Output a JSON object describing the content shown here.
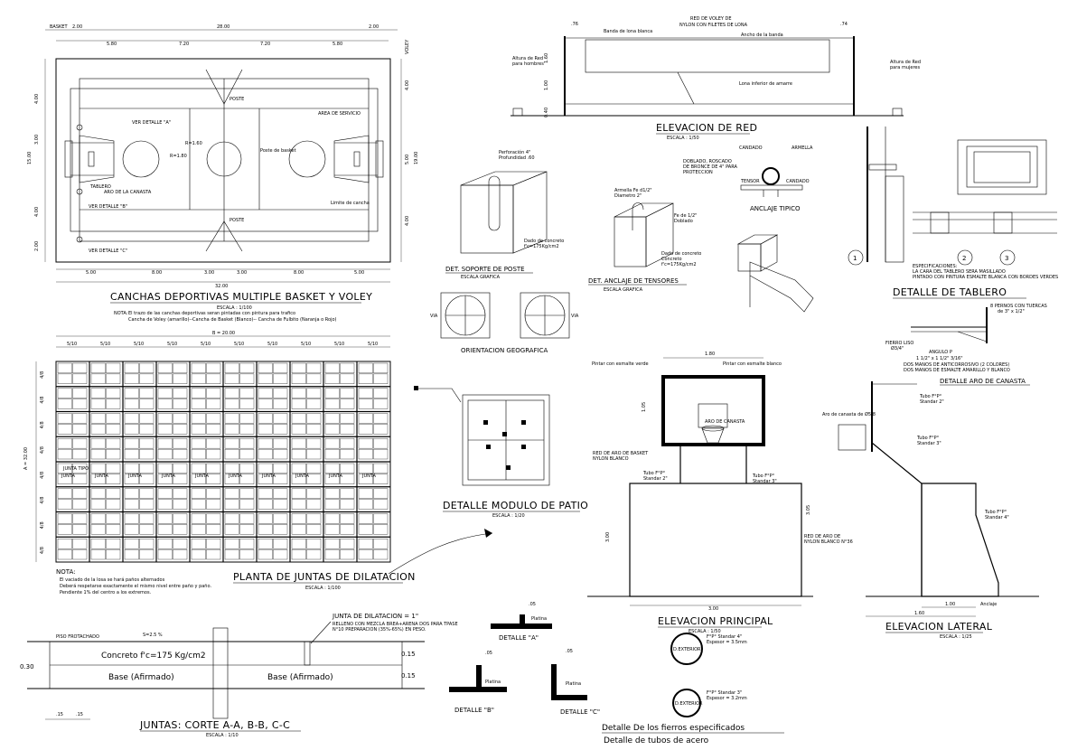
{
  "titles": {
    "courts": "CANCHAS DEPORTIVAS MULTIPLE BASKET Y VOLEY",
    "courts_scale": "ESCALA : 1/100",
    "courts_note_label": "NOTA:",
    "courts_note_1": "El trazo de las canchas deportivas seran pintadas con pintura para trafico",
    "courts_note_2": "Cancha de Voley (amarillo)--Cancha de Basket (Blanco)-- Cancha de Fulbito (Naranja o Rojo)",
    "joints_plan": "PLANTA DE JUNTAS DE DILATACION",
    "joints_plan_scale": "ESCALA : 1/100",
    "notes_label": "NOTA:",
    "note_1": "El vaciado de la losa se hará paños alternados",
    "note_2": "Deberá respetarse exactamente el mismo nivel entre paño y paño.",
    "note_3": "Pendiente 1% del centro a los extremos.",
    "section": "JUNTAS: CORTE A-A, B-B, C-C",
    "section_scale": "ESCALA : 1/10",
    "net_elev": "ELEVACION DE RED",
    "net_elev_scale": "ESCALA : 1/50",
    "post_support": "DET. SOPORTE DE POSTE",
    "post_support_scale": "ESCALA GRAFICA",
    "tensor_anchor": "DET. ANCLAJE DE TENSORES",
    "tensor_anchor_scale": "ESCALA GRAFICA",
    "orientation": "ORIENTACION GEOGRAFICA",
    "typical_anchor": "ANCLAJE TIPICO",
    "patio_module": "DETALLE MODULO DE PATIO",
    "patio_module_scale": "ESCALA : 1/20",
    "board_detail": "DETALLE DE TABLERO",
    "hoop_detail": "DETALLE ARO DE CANASTA",
    "main_elev": "ELEVACION PRINCIPAL",
    "main_elev_scale": "ESCALA : 1/50",
    "side_elev": "ELEVACION LATERAL",
    "side_elev_scale": "ESCALA : 1/25",
    "detail_a": "DETALLE \"A\"",
    "detail_b": "DETALLE \"B\"",
    "detail_c": "DETALLE \"C\"",
    "irons": "Detalle De los fierros especificados",
    "tubes": "Detalle  de tubos de acero"
  },
  "court_dims": {
    "top_basket": "BASKET",
    "top_1": "2.00",
    "top_2": "28.00",
    "top_3": "2.00",
    "mid_1": "5.80",
    "mid_2": "7.20",
    "mid_3": "7.20",
    "mid_4": "5.80",
    "left_1": "4.00",
    "left_2": "3.00",
    "left_3": "4.00",
    "left_4": "2.00",
    "left_total": "15.00",
    "right_1": "4.00",
    "right_2": "5.00",
    "right_3": "4.00",
    "right_total": "19.00",
    "bot_1": "5.00",
    "bot_2": "8.00",
    "bot_3": "3.00",
    "bot_4": "3.00",
    "bot_5": "8.00",
    "bot_6": "5.00",
    "bot_total": "32.00",
    "voley": "VOLEY",
    "net_post_top": "POSTE",
    "net_post_bottom": "POSTE",
    "service_area": "AREA DE SERVICIO",
    "see_detail_a": "VER DETALLE \"A\"",
    "see_detail_b": "VER DETALLE \"B\"",
    "see_detail_c": "VER DETALLE \"C\"",
    "board": "TABLERO",
    "hoop": "ARO DE LA CANASTA",
    "r180": "R=1.80",
    "r160": "R=1.60",
    "limit_line": "Limite de cancha",
    "post_base": "Poste de basket"
  },
  "joints_dims": {
    "top_total": "B = 20.00",
    "top_seg": "5/10",
    "left_seg": "4/8",
    "left_total": "A = 32.00",
    "joint": "JUNTA",
    "joint_detail": "JUNTA TIPO"
  },
  "section_labels": {
    "floor_finish": "PISO FROTACHADO",
    "slope": "S=2.5 %",
    "concrete": "Concreto f'c=175 Kg/cm2",
    "base_left": "Base (Afirmado)",
    "base_right": "Base (Afirmado)",
    "joint_title": "JUNTA DE DILATACION = 1\"",
    "joint_desc_1": "RELLENO CON MEZCLA BREA+ARENA DOS PARA TPASE",
    "joint_desc_2": "N°10 PREPARACION (35%-65%) EN PESO.",
    "h030": "0.30",
    "h015a": "0.15",
    "h015b": "0.15",
    "w015a": ".15",
    "w015b": ".15"
  },
  "net_labels": {
    "net_title_1": "RED DE VOLEY DE",
    "net_title_2": "NYLON CON FILETES DE LONA",
    "net_band": "Banda de lona blanca",
    "net_width": "Ancho de la banda",
    "men_1": "Altura de Red",
    "men_2": "para hombres",
    "women_1": "Altura de Red",
    "women_2": "para mujeres",
    "lower_band": "Lona inferior de amarre",
    "h160": "1.60",
    "h100": "1.00",
    "h040": "0.40",
    "w076": ".76",
    "w074": ".74"
  },
  "post_labels": {
    "post_note_1": "Perforación 4\"",
    "post_note_2": "Profundidad .60",
    "dado_1": "Dado de concreto",
    "dado_2": "f'c=175Kg/cm2",
    "rod_1": "Armella  Fe d1/2\"",
    "rod_2": "Diametro 2\"",
    "bolt_1": "Fe de 1/2\"",
    "bolt_2": "Doblado",
    "dado2_1": "Dado de concreto",
    "dado2_2": "Concreto",
    "dado2_3": "f'c=175Kg/cm2",
    "via": "VIA",
    "via2": "VIA"
  },
  "anchor_labels": {
    "anchor_1": "CANDADO",
    "anchor_2": "ARMELLA",
    "anchor_3": "DOBLADO, ROSCADO",
    "anchor_4": "DE BRONCE DE 4\" PARA",
    "anchor_5": "PROTECCION",
    "anchor_6": "TENSOR",
    "anchor_7": "CANDADO"
  },
  "board_labels": {
    "spec_1": "ESPECIFICACIONES:",
    "spec_2": "LA CARA DEL TABLERO SERA MASILLADO",
    "spec_3": "PINTADO CON PINTURA ESMALTE BLANCA CON BORDES VERDES",
    "n1": "1",
    "n2": "2",
    "n3": "3",
    "bolts": "8 PERNOS CON TUERCAS",
    "bolts_2": "de 3\" x 1/2\"",
    "iron": "FIERRO LISO",
    "iron_2": "Ø3/4\"",
    "angle": "ANGULO P",
    "angle_2": "1 1/2\" x 1 1/2\" 3/16\"",
    "paint_1": "DOS MANOS DE ANTICORROSIVO (2 COLORES)",
    "paint_2": "DOS MANOS DE ESMALTE AMARILLO Y BLANCO"
  },
  "main_labels": {
    "paint_frame": "Pintar con esmalte verde",
    "white": "Pintar con esmalte blanco",
    "w180": "1.80",
    "h105": "1.05",
    "hoop_net": "RED DE ARO DE BASKET",
    "hoop_net_2": "NYLON BLANCO",
    "hoop_ring": "ARO DE CANASTA",
    "tube1": "Tubo F°P°",
    "tube1b": "Standar 2\"",
    "tube2": "Tubo F°P°",
    "tube2b": "Standar 3\"",
    "net_label": "RED DE ARO DE",
    "net_label2": "NYLON BLANCO N°36",
    "w300": "3.00",
    "h305": "3.05",
    "h300": "3.00"
  },
  "side_labels": {
    "hoop_ring": "Aro de canasta de Ø5/8",
    "tube_a": "Tubo F°P°",
    "tube_a2": "Standar 2\"",
    "tube_b": "Tubo F°P°",
    "tube_b2": "Standar 3\"",
    "tube_c": "Tubo F°P°",
    "tube_c2": "Standar 4\"",
    "w100": "1.00",
    "w160": "1.60",
    "anchor": "Anclaje"
  },
  "detail_labels": {
    "a": ".05",
    "b": ".05",
    "c": ".05",
    "plate": "Platina",
    "tube_spec_1": "F°P° Standar 4\"",
    "tube_spec_2": "Espesor = 3.5mm",
    "tube_spec_3": "F°P° Standar 3\"",
    "tube_spec_4": "Espesor = 3.2mm",
    "dia_ext": "D.EXTERIOR",
    "dia_ext2": "D.EXTERIOR"
  }
}
